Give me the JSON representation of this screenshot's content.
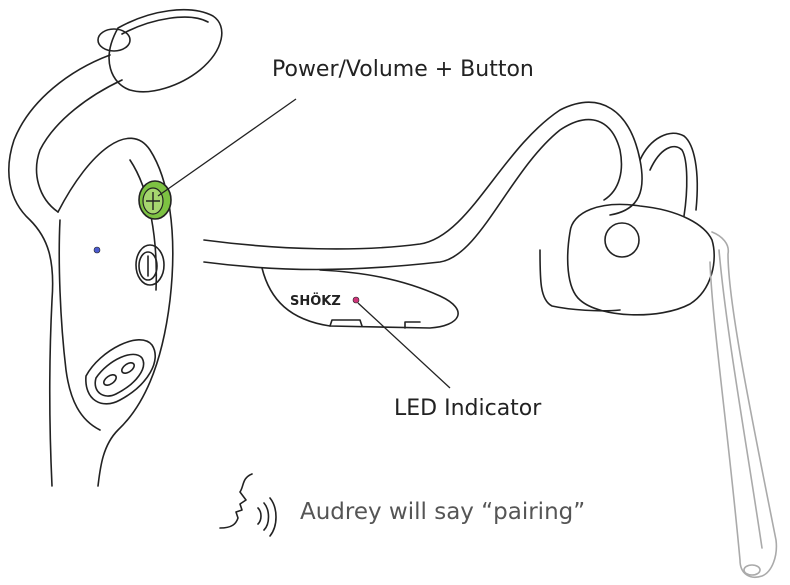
{
  "labels": {
    "power_button": "Power/Volume + Button",
    "led_indicator": "LED Indicator",
    "voice_prompt": "Audrey will say “pairing”"
  },
  "brand": "SHÖKZ",
  "colors": {
    "outline": "#222222",
    "highlight": "#7dc242",
    "led": "#d0357a",
    "mic": "#aaaaaa"
  },
  "icons": [
    "speaking-head-icon"
  ]
}
